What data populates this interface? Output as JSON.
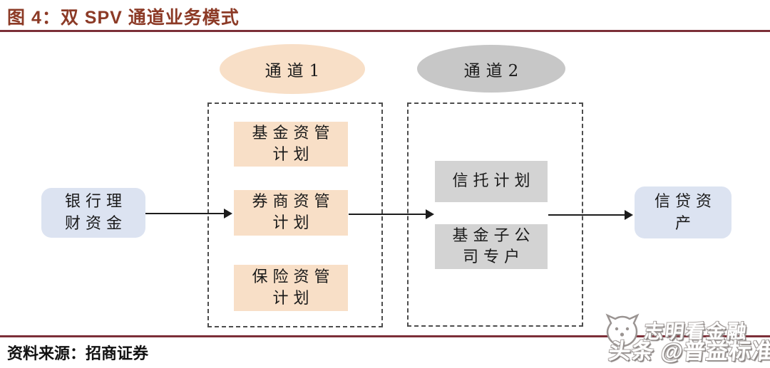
{
  "figure": {
    "title": "图 4：双 SPV 通道业务模式",
    "source": "资料来源：招商证券"
  },
  "diagram": {
    "input_node": {
      "label": "银行理\n财资金"
    },
    "output_node": {
      "label": "信贷资\n产"
    },
    "channel1": {
      "label": "通道1",
      "nodes": [
        {
          "label": "基金资管\n计划"
        },
        {
          "label": "券商资管\n计划"
        },
        {
          "label": "保险资管\n计划"
        }
      ]
    },
    "channel2": {
      "label": "通道2",
      "nodes": [
        {
          "label": "信托计划"
        },
        {
          "label": "基金子公\n司专户"
        }
      ]
    }
  },
  "watermark": {
    "line1": "志明看金融",
    "line2": "头条 @普益标准",
    "icon": "cat-logo-icon"
  },
  "colors": {
    "title_red": "#8C3A26",
    "rule_maroon": "#7C2F38",
    "channel1_fill": "#F8DFC7",
    "channel2_fill": "#C7C7C7",
    "channel2_node_fill": "#D3D3D3",
    "endpoint_fill": "#DCE3F1",
    "arrow_black": "#1C1C1C"
  }
}
